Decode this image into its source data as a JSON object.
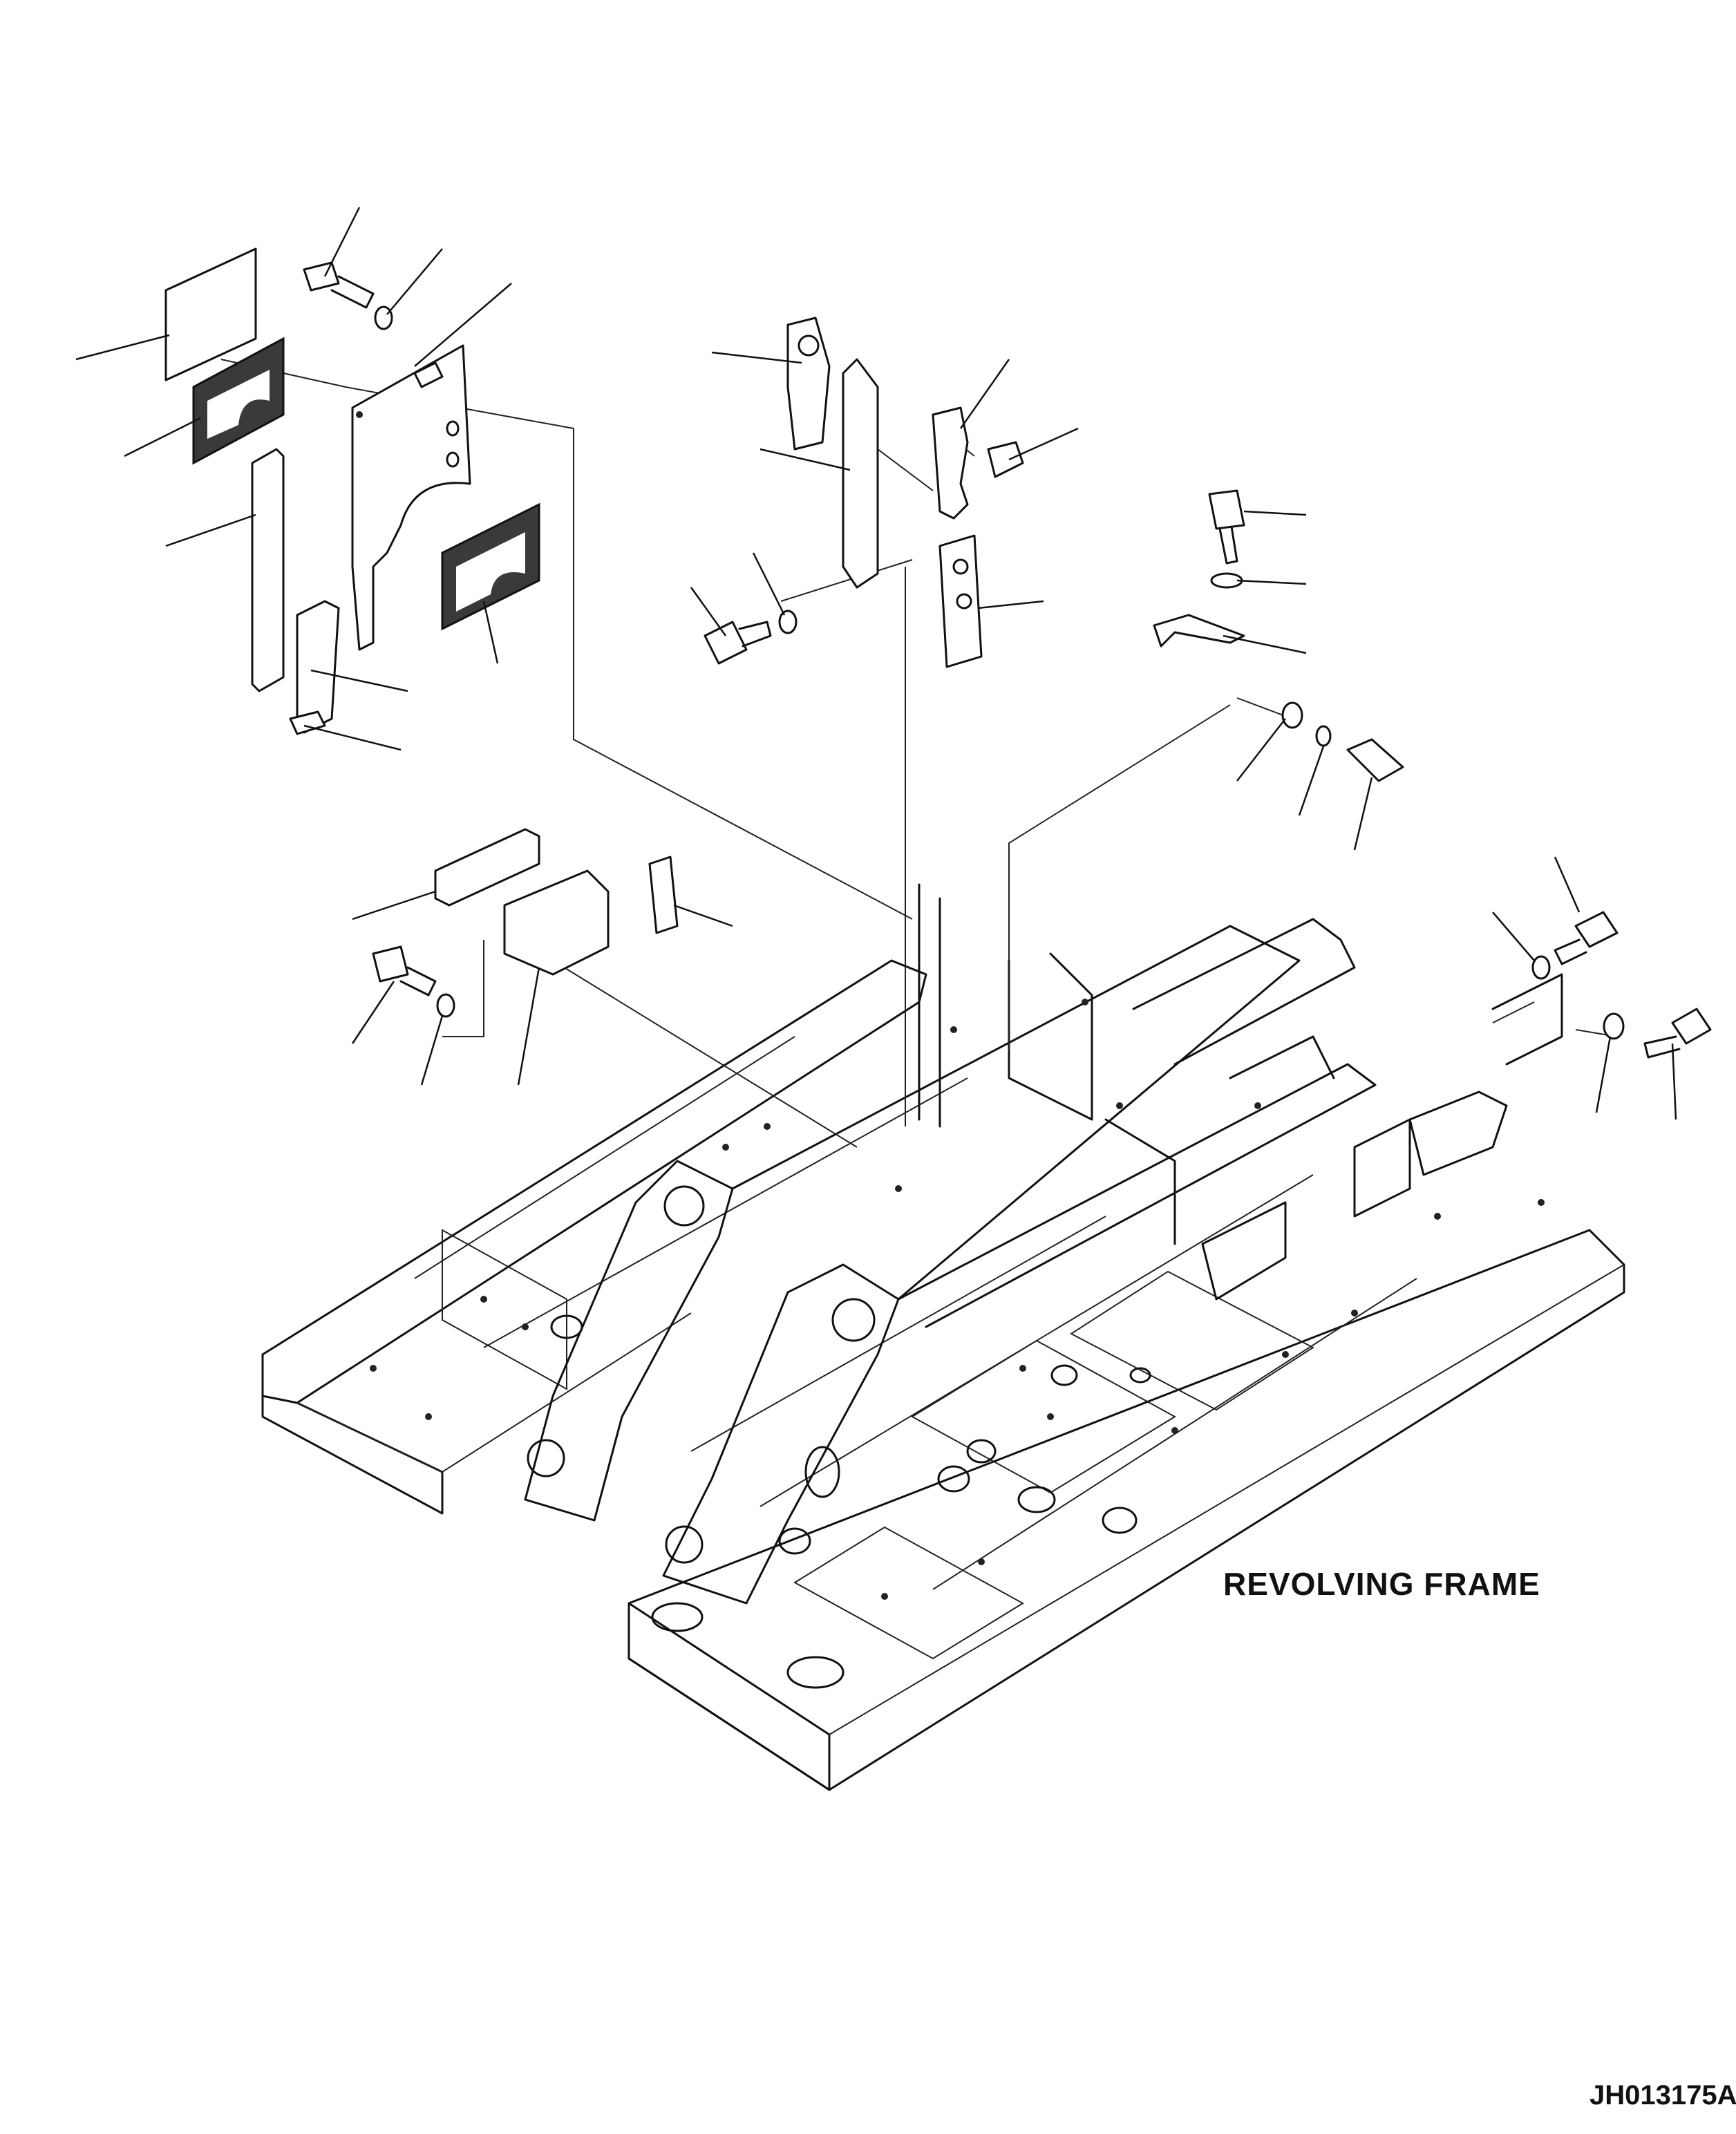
{
  "diagram": {
    "frame_label": "REVOLVING FRAME",
    "drawing_code": "JH013175A",
    "leader_count": 27
  }
}
